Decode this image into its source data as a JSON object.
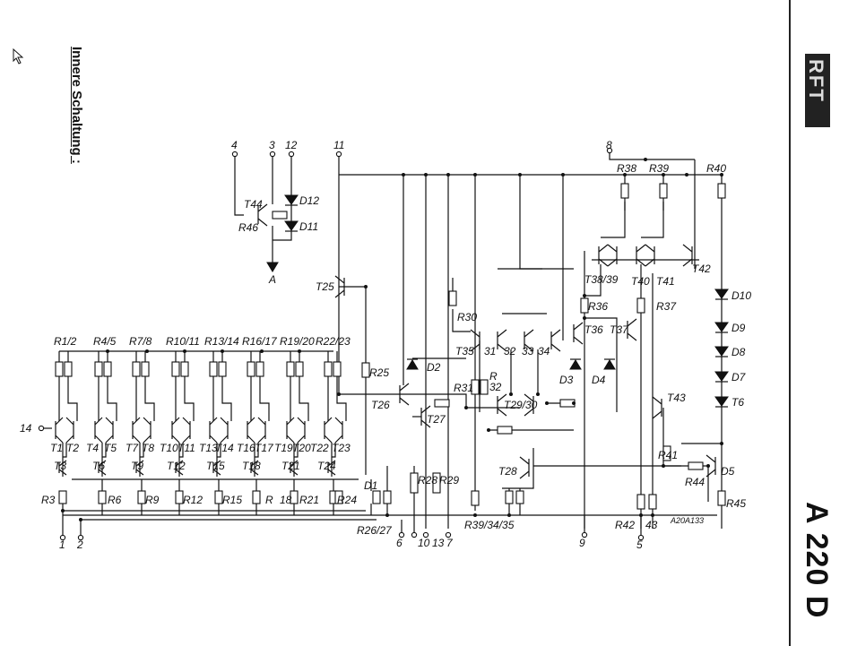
{
  "sheet": {
    "heading": "Innere Schaltung :",
    "part_number": "A 220 D",
    "manufacturer_logo": "RFT",
    "drawing_number": "A20A133"
  },
  "pins": [
    "1",
    "2",
    "4",
    "3",
    "12",
    "11",
    "8",
    "14",
    "6",
    "10",
    "13",
    "7",
    "9",
    "5"
  ],
  "labels": {
    "resistor_pairs": [
      "R1/2",
      "R4/5",
      "R7/8",
      "R10/11",
      "R13/14",
      "R16/17",
      "R19/20",
      "R22/23"
    ],
    "transistor_pairs_top": [
      "T1",
      "T2",
      "T4",
      "T5",
      "T7",
      "T8",
      "T10",
      "T11",
      "T13",
      "T14",
      "T16",
      "T17",
      "T19",
      "T20",
      "T22",
      "T23"
    ],
    "transistors_lower": [
      "T3",
      "T6",
      "T9",
      "T12",
      "T15",
      "T18",
      "T21",
      "T24"
    ],
    "resistors_lower": [
      "R3",
      "R6",
      "R9",
      "R12",
      "R15",
      "R",
      "18",
      "R21",
      "R24"
    ],
    "misc": [
      "T44",
      "R46",
      "D12",
      "D11",
      "A",
      "T25",
      "R25",
      "T26",
      "T27",
      "D1",
      "R26/27",
      "R28",
      "R29",
      "R30",
      "R",
      "32",
      "R31",
      "T35",
      "31",
      "32",
      "33",
      "34",
      "T36",
      "T29/30",
      "D2",
      "D3",
      "D4",
      "T28",
      "R39/34/35",
      "R38",
      "R39",
      "R40",
      "T38/39",
      "T40",
      "T41",
      "T42",
      "R36",
      "R37",
      "T37",
      "D10",
      "D9",
      "D8",
      "D7",
      "T6",
      "T43",
      "R41",
      "R44",
      "D5",
      "R45",
      "R42",
      "43"
    ]
  },
  "icons": {
    "cursor": "pointer-arrow-icon"
  },
  "colors": {
    "ink": "#111111",
    "paper": "#ffffff",
    "logo_bg": "#222222"
  }
}
